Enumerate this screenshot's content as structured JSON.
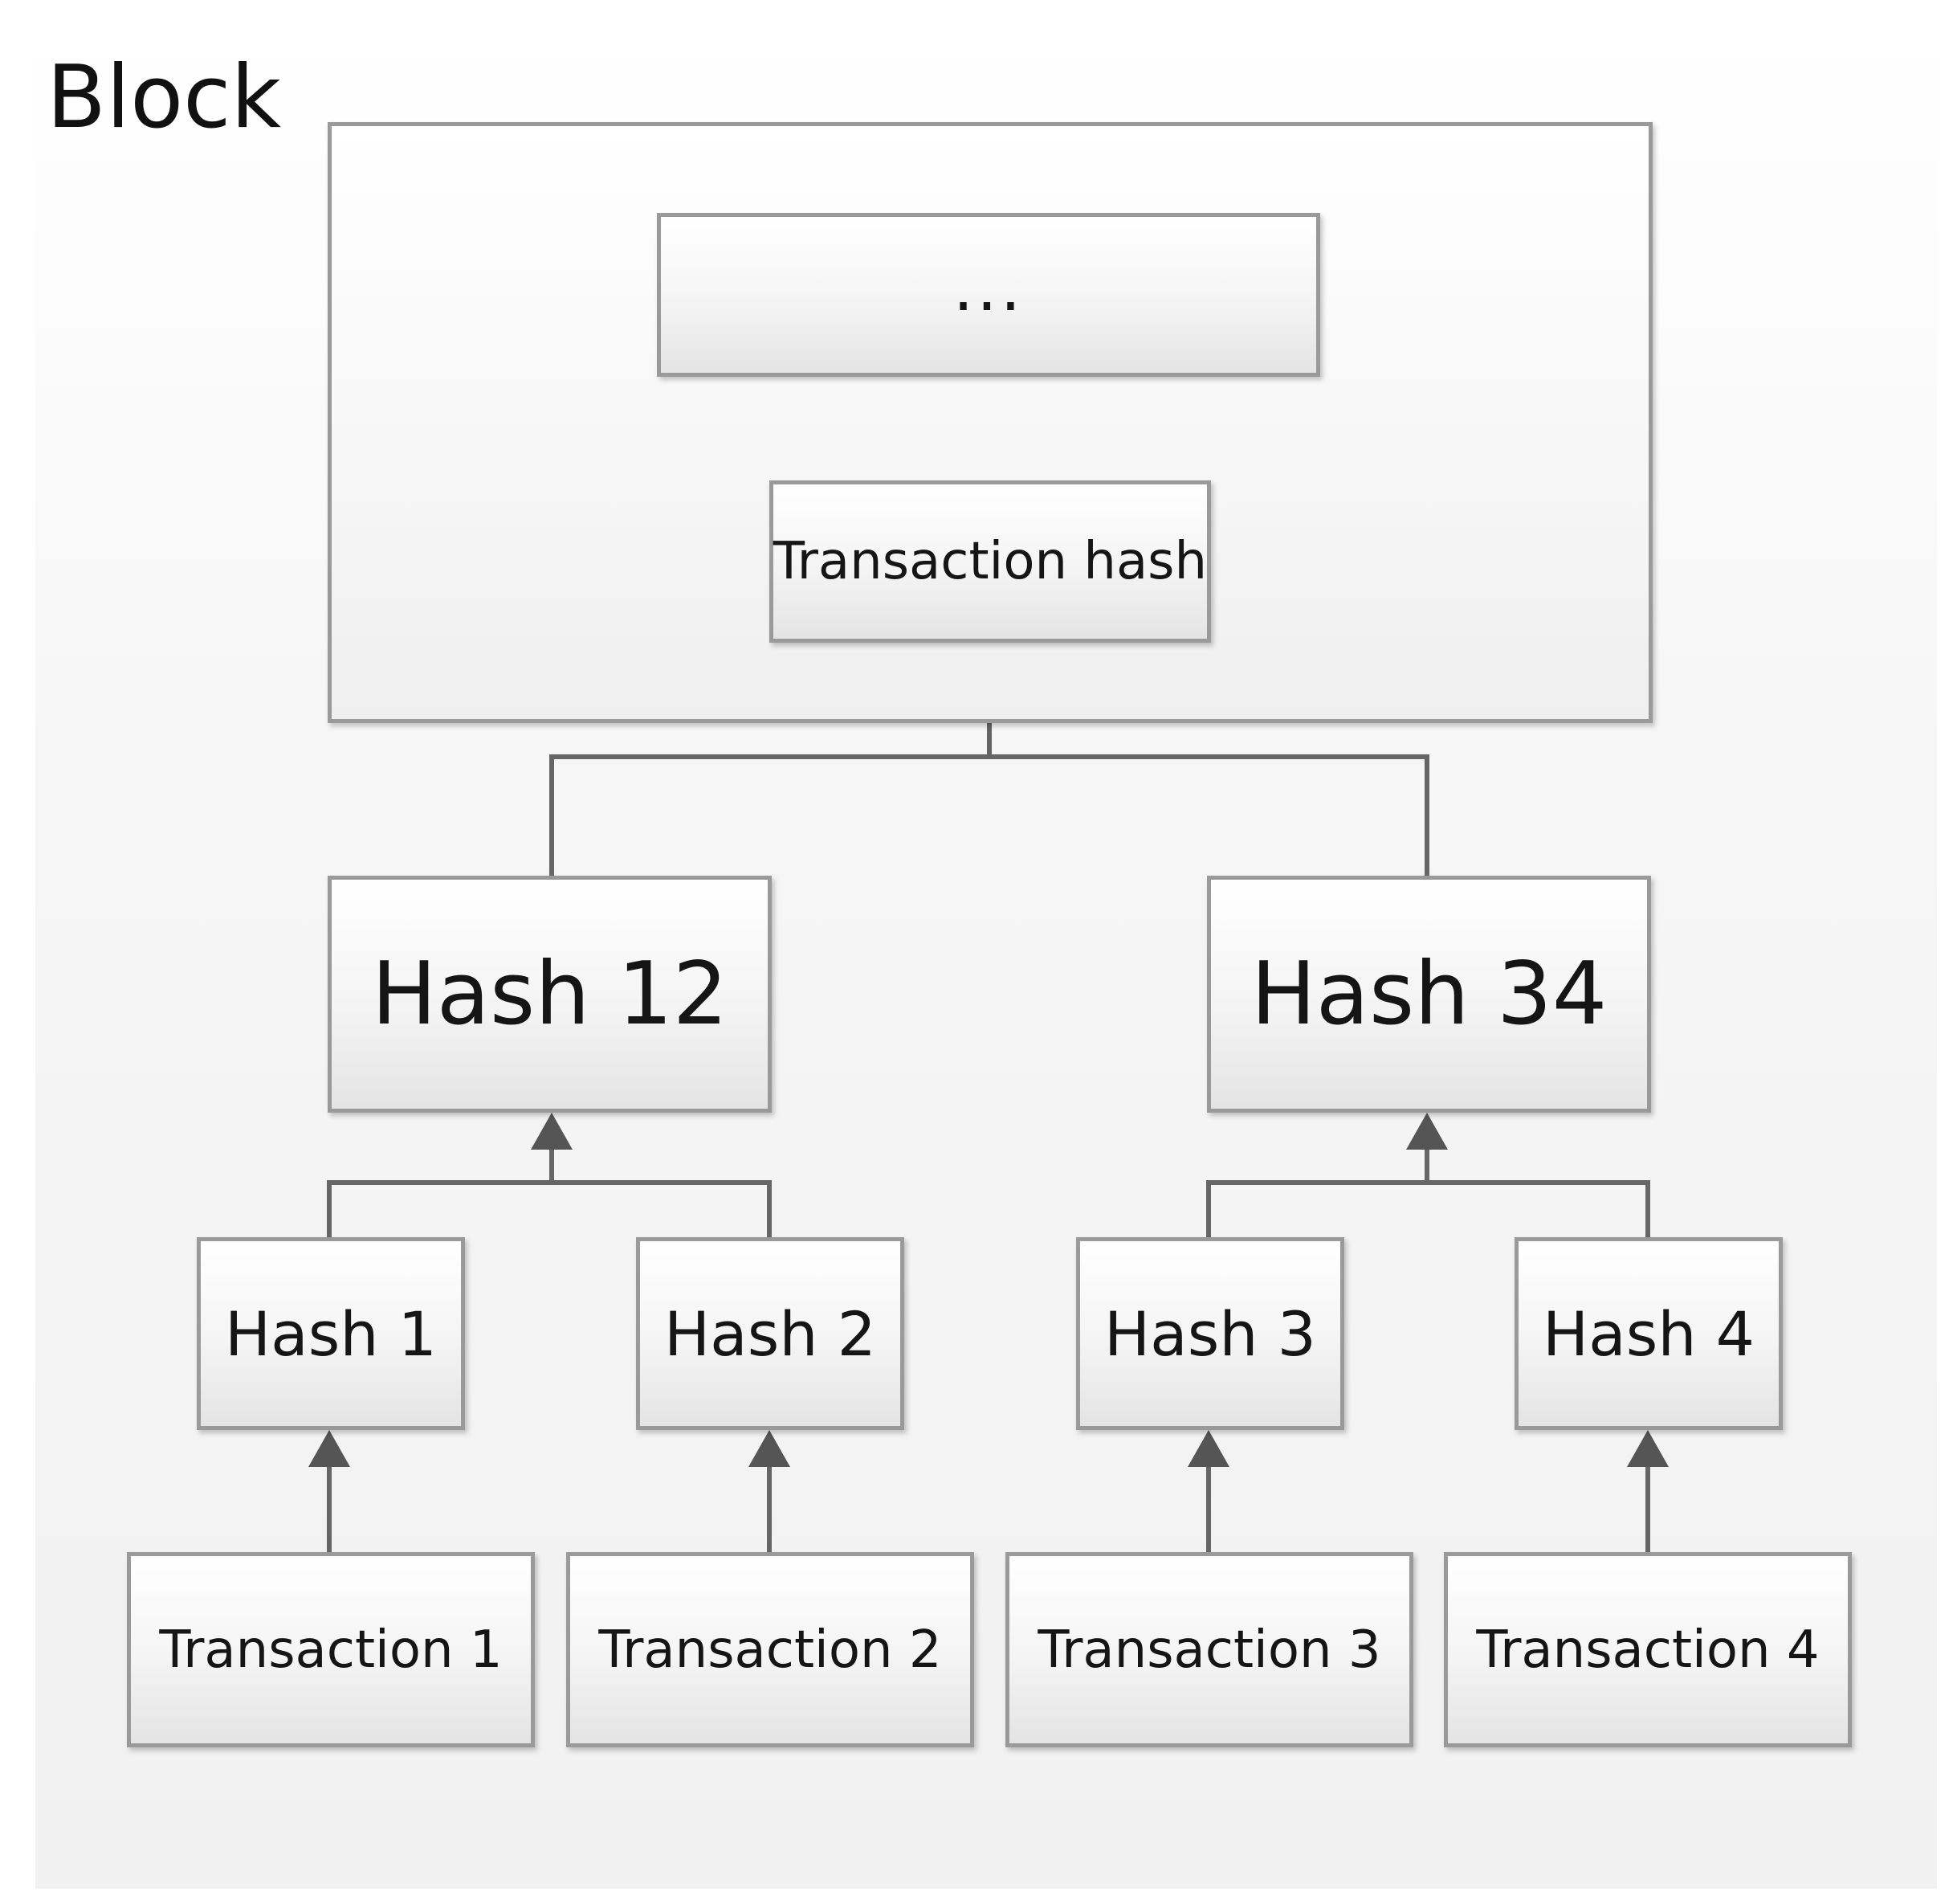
{
  "title": "Block",
  "block": {
    "ellipsis": "...",
    "transaction_hash": "Transaction hash"
  },
  "level2": [
    {
      "label": "Hash 12"
    },
    {
      "label": "Hash 34"
    }
  ],
  "level1": [
    {
      "label": "Hash 1"
    },
    {
      "label": "Hash 2"
    },
    {
      "label": "Hash 3"
    },
    {
      "label": "Hash 4"
    }
  ],
  "transactions": [
    {
      "label": "Transaction 1"
    },
    {
      "label": "Transaction 2"
    },
    {
      "label": "Transaction 3"
    },
    {
      "label": "Transaction 4"
    }
  ],
  "colors": {
    "box_border": "#9a9a9a",
    "connector": "#666666",
    "arrowhead": "#555555"
  }
}
